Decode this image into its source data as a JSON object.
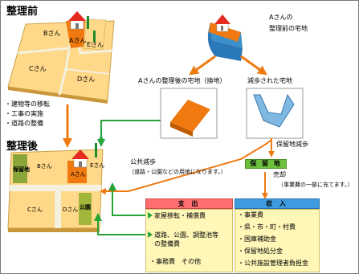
{
  "titles": {
    "before": "整理前",
    "after": "整理後"
  },
  "before_plots": {
    "b": "Bさん",
    "a": "Aさん",
    "e": "Eさん",
    "c": "Cさん",
    "d": "Dさん"
  },
  "after_plots": {
    "reserve": "保留地",
    "b": "Bさん",
    "a": "Aさん",
    "e": "Eさん",
    "c": "Cさん",
    "d": "Dさん",
    "park": "公園"
  },
  "works_list": [
    "・建物等の移転",
    "・工事の実施",
    "・道路の整備"
  ],
  "top_right_label": [
    "Aさんの",
    "整理前の宅地"
  ],
  "replot_label": "Aさんの整理後の宅地（換地）",
  "reduced_label": "減歩された宅地",
  "reserve_reduction_label": "保留地減歩",
  "public_reduction": {
    "label": "公共減歩",
    "note": "（道路・公園などの用地になります。）"
  },
  "reserve_land": {
    "title": "保 留 地",
    "sale": "売却",
    "note": "（事業費の一部に充てます。）"
  },
  "expenditure": {
    "title": "支 出",
    "items": [
      "家屋移転・補償費",
      "道路、公園、調整池等",
      "の整備費",
      "・事務費　その他"
    ]
  },
  "income": {
    "title": "収 入",
    "items": [
      "・事業費",
      "・県・市・町・村費",
      "・国庫補助金",
      "・保留地処分金",
      "・公共施設管理者負担金"
    ]
  },
  "colors": {
    "plot_fill": "#ffd889",
    "road": "#f4f1de",
    "orange_arrow": "#f07a12",
    "green_arrow": "#27a33a",
    "parcel_orange": "#f07a10",
    "reduced_blue": "#7fb8e0",
    "reserve_green": "#8aa63a",
    "park_green": "#a3b63c",
    "pay_header": "#ff6f6f",
    "income_header": "#3f9be0",
    "box_fill": "#fff7b8"
  }
}
